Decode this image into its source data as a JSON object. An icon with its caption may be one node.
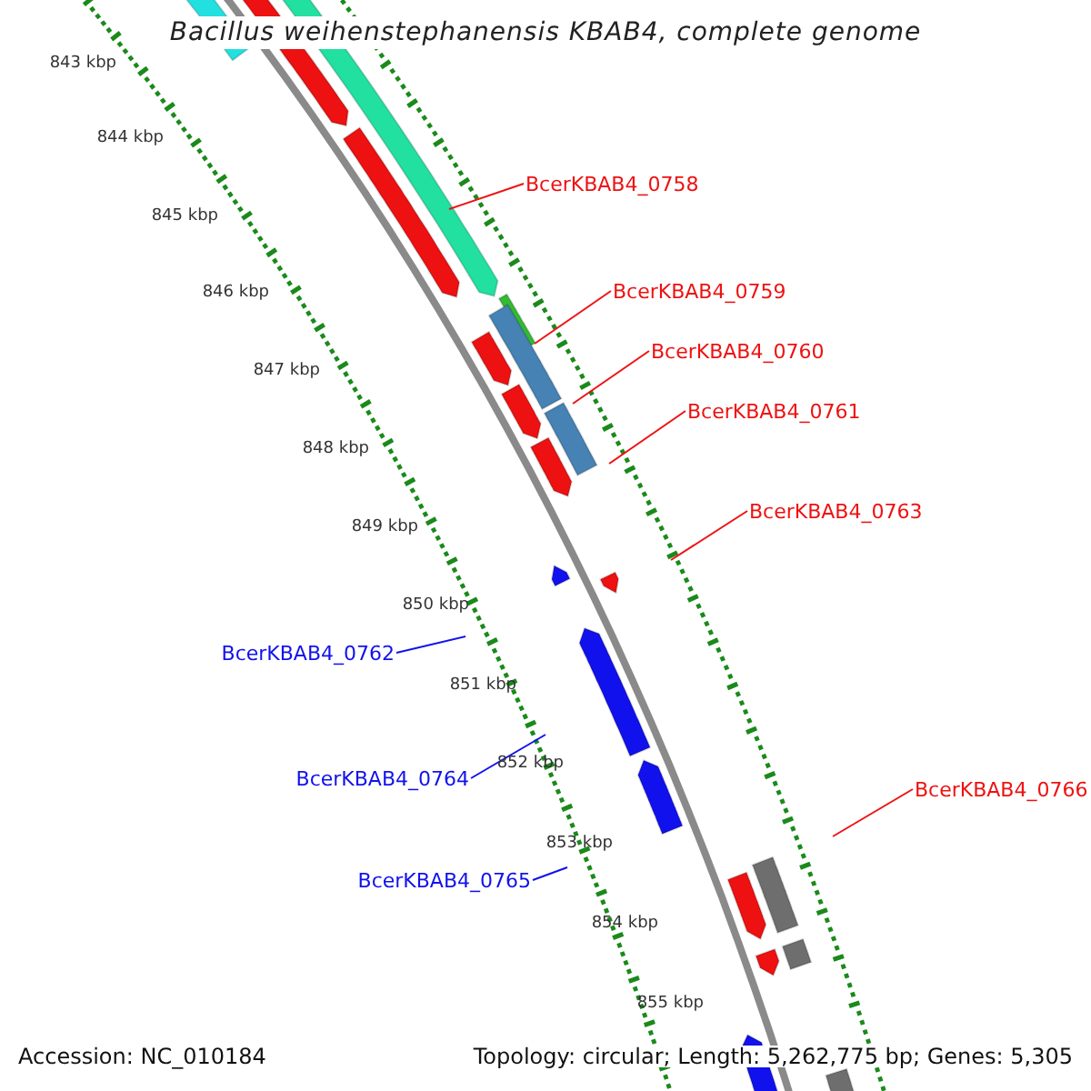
{
  "diagram": {
    "title": "Bacillus weihenstephanensis KBAB4, complete genome",
    "nodes": [
      {
        "text": [
          "BcerKBAB4_0758"
        ]
      },
      {
        "text": [
          "BcerKBAB4_0759"
        ]
      },
      {
        "text": [
          "BcerKBAB4_0760"
        ]
      },
      {
        "text": [
          "BcerKBAB4_0761"
        ]
      },
      {
        "text": [
          "BcerKBAB4_0763"
        ]
      },
      {
        "text": [
          "BcerKBAB4_0762"
        ]
      },
      {
        "text": [
          "BcerKBAB4_0764"
        ]
      },
      {
        "text": [
          "BcerKBAB4_0766"
        ]
      },
      {
        "text": [
          "BcerKBAB4_0765"
        ]
      }
    ],
    "edges": [
      {
        "from": 0,
        "to": null,
        "arrow": "none"
      },
      {
        "from": 1,
        "to": null,
        "arrow": "none"
      },
      {
        "from": 2,
        "to": null,
        "arrow": "none"
      },
      {
        "from": 3,
        "to": null,
        "arrow": "none"
      },
      {
        "from": 4,
        "to": null,
        "arrow": "none"
      },
      {
        "from": 5,
        "to": null,
        "arrow": "none",
        "color": "#1111ee"
      },
      {
        "from": 6,
        "to": null,
        "arrow": "none",
        "color": "#1111ee"
      },
      {
        "from": 7,
        "to": null,
        "arrow": "none"
      },
      {
        "from": 8,
        "to": null,
        "arrow": "none",
        "color": "#1111ee"
      }
    ],
    "labels": [
      "843 kbp",
      "844 kbp",
      "845 kbp",
      "846 kbp",
      "847 kbp",
      "848 kbp",
      "849 kbp",
      "850 kbp",
      "851 kbp",
      "852 kbp",
      "853 kbp",
      "854 kbp",
      "855 kbp",
      "Accession: NC_010184",
      "Topology: circular; Length: 5,262,775 bp; Genes: 5,305"
    ]
  }
}
